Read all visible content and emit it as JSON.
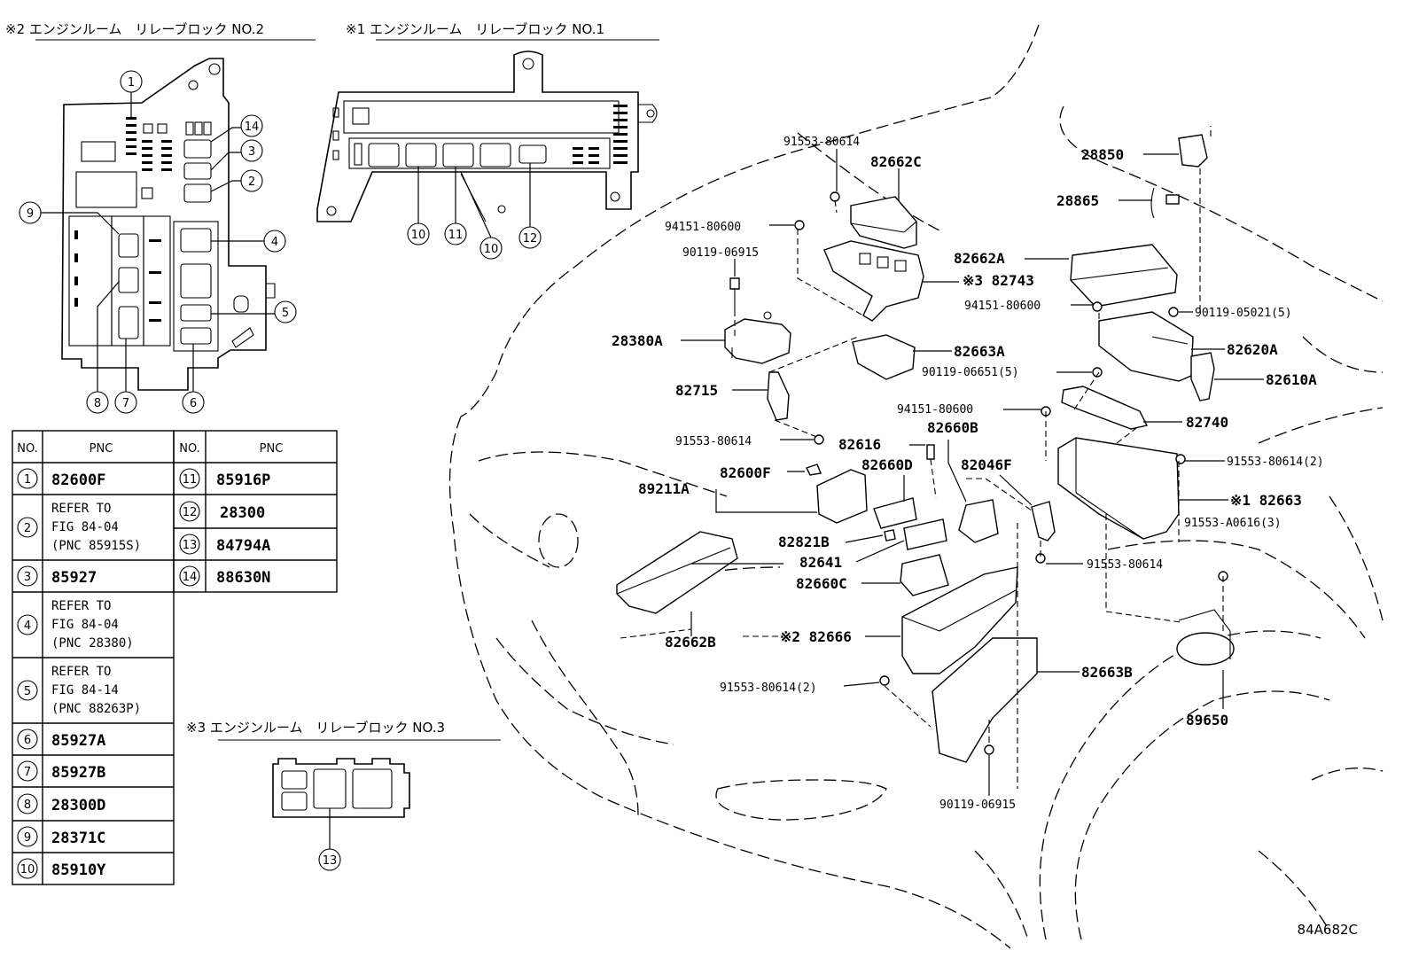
{
  "headers": {
    "relay2": "※2 エンジンルーム　リレーブロック NO.2",
    "relay1": "※1 エンジンルーム　リレーブロック NO.1",
    "relay3": "※3 エンジンルーム　リレーブロック NO.3"
  },
  "relay2_callouts": [
    "1",
    "14",
    "3",
    "2",
    "9",
    "4",
    "5",
    "8",
    "7",
    "6"
  ],
  "relay1_callouts": [
    "10",
    "11",
    "10",
    "12"
  ],
  "relay3_callouts": [
    "13"
  ],
  "table": {
    "col_no": "NO.",
    "col_pnc": "PNC",
    "left_rows": [
      {
        "no": "1",
        "lines": [
          "82600F"
        ]
      },
      {
        "no": "2",
        "lines": [
          "REFER TO",
          "FIG 84-04",
          "(PNC 85915S)"
        ]
      },
      {
        "no": "3",
        "lines": [
          "85927"
        ]
      },
      {
        "no": "4",
        "lines": [
          "REFER TO",
          "FIG 84-04",
          "(PNC 28380)"
        ]
      },
      {
        "no": "5",
        "lines": [
          "REFER TO",
          "FIG 84-14",
          "(PNC 88263P)"
        ]
      },
      {
        "no": "6",
        "lines": [
          "85927A"
        ]
      },
      {
        "no": "7",
        "lines": [
          "85927B"
        ]
      },
      {
        "no": "8",
        "lines": [
          "28300D"
        ]
      },
      {
        "no": "9",
        "lines": [
          "28371C"
        ]
      },
      {
        "no": "10",
        "lines": [
          "85910Y"
        ]
      }
    ],
    "right_rows": [
      {
        "no": "11",
        "pnc": "85916P"
      },
      {
        "no": "12",
        "pnc": "28300"
      },
      {
        "no": "13",
        "pnc": "84794A"
      },
      {
        "no": "14",
        "pnc": "88630N"
      }
    ]
  },
  "part_labels": [
    "91553-80614",
    "82662C",
    "28850",
    "28865",
    "94151-80600",
    "90119-06915",
    "82662A",
    "※3 82743",
    "94151-80600",
    "90119-05021(5)",
    "28380A",
    "82663A",
    "82620A",
    "90119-06651(5)",
    "82610A",
    "82715",
    "94151-80600",
    "82740",
    "82660B",
    "91553-80614",
    "82616",
    "82660D",
    "82046F",
    "91553-80614(2)",
    "89211A",
    "82600F",
    "※1 82663",
    "91553-A0616(3)",
    "82821B",
    "91553-80614",
    "82641",
    "82660C",
    "82662B",
    "※2 82666",
    "82663B",
    "91553-80614(2)",
    "89650",
    "90119-06915"
  ],
  "figure_id": "84A682C"
}
